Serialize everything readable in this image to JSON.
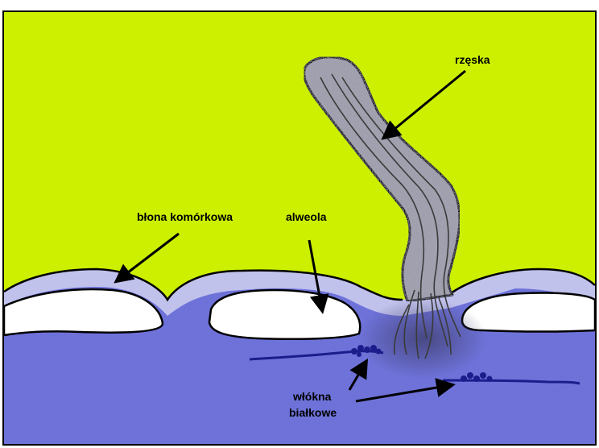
{
  "labels": {
    "cilium": "rzęska",
    "cell_membrane": "błona komórkowa",
    "alveolus": "alweola",
    "protein_fibers_line1": "włókna",
    "protein_fibers_line2": "białkowe"
  },
  "colors": {
    "background": "#ccf000",
    "cytoplasm": "#6f74d6",
    "membrane": "#c9cbee",
    "alveolus": "#ffffff",
    "cilium": "#a4a4b0",
    "fiber": "#1c1c8c",
    "outline": "#000000"
  }
}
